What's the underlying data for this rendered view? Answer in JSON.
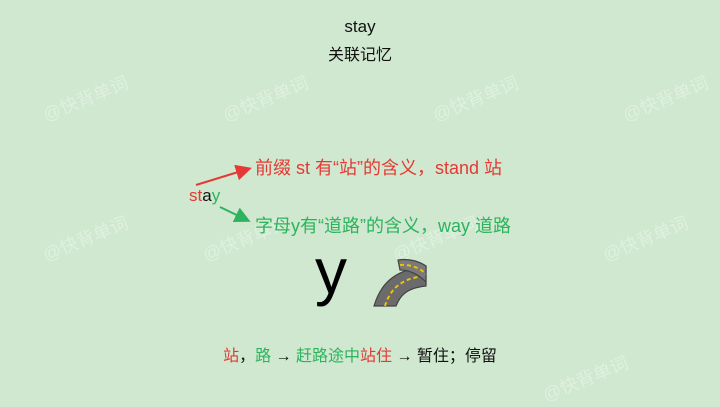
{
  "title": {
    "word": "stay",
    "subtitle": "关联记忆"
  },
  "word_parts": {
    "st": "st",
    "a": "a",
    "y": "y"
  },
  "lines": {
    "line1": "前缀 st 有“站”的含义，stand 站",
    "line2": "字母y有“道路”的含义，way 道路"
  },
  "big_letter": "y",
  "bottom": {
    "p1": "站",
    "p2": "，",
    "p3": "路",
    "p4": " → ",
    "p5": "赶路途中",
    "p6": "站住",
    "p7": " → 暂住；停留"
  },
  "watermark": "@快背单词",
  "colors": {
    "red": "#e53935",
    "green": "#2db35e",
    "road": "#6b6b6b",
    "road_line": "#f2c200"
  },
  "icons": {
    "road": "road-curve-icon"
  }
}
